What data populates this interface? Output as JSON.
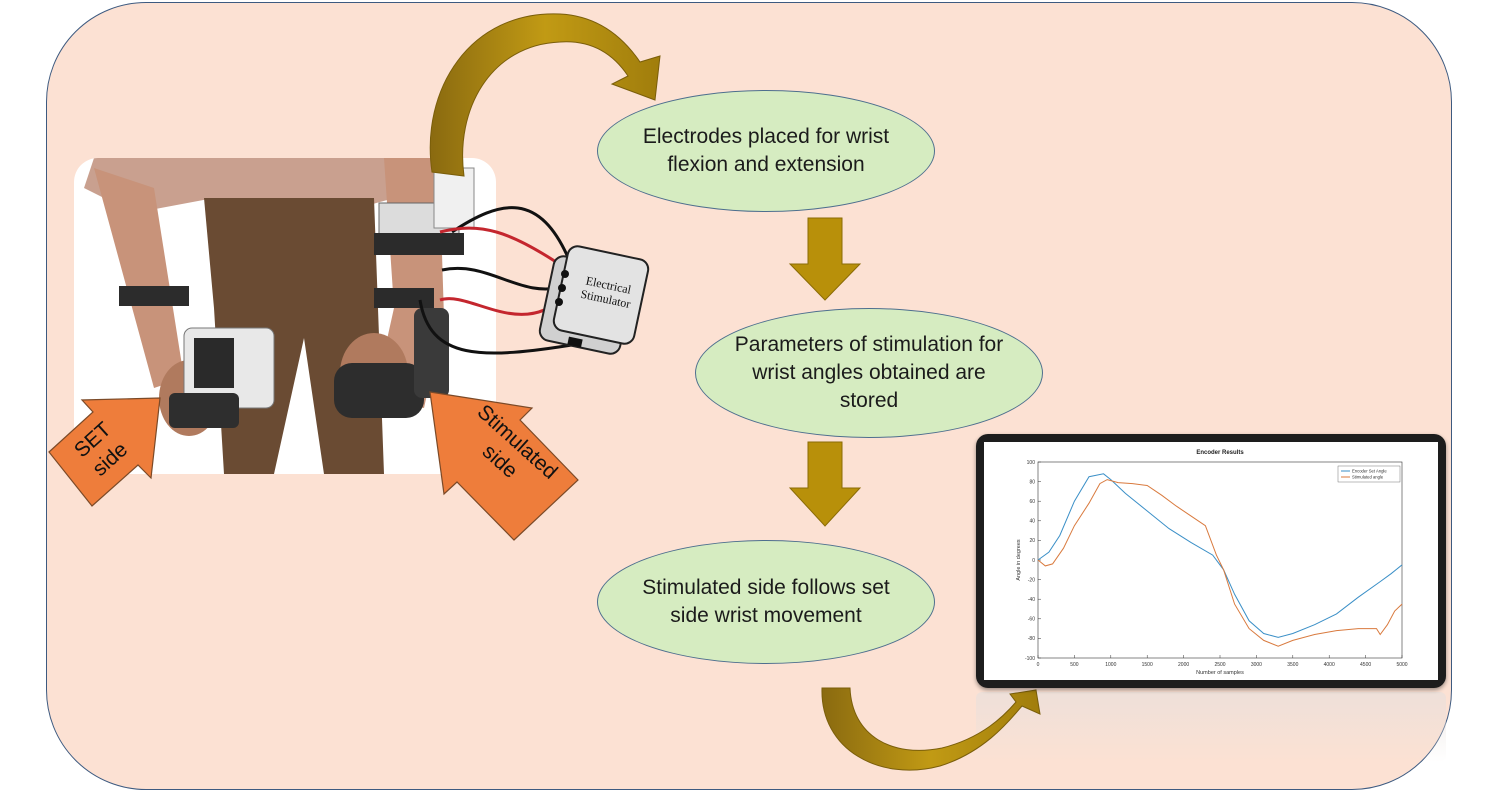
{
  "steps": [
    "Electrodes placed for wrist flexion and extension",
    "Parameters of stimulation for  wrist angles obtained are stored",
    "Stimulated side follows set side wrist movement"
  ],
  "labels": {
    "set_side": "SET side",
    "stimulated_side": "Stimulated side",
    "stimulator": "Electrical Stimulator"
  },
  "colors": {
    "panel": "#fce1d3",
    "oval": "#d6ecc1",
    "flow_arrow": "#b8900a",
    "side_arrow": "#ee7d3b",
    "series_1": "#3a8fc7",
    "series_2": "#d97a3e"
  },
  "chart_data": {
    "type": "line",
    "title": "Encoder Results",
    "xlabel": "Number of samples",
    "ylabel": "Angle in degrees",
    "xlim": [
      0,
      5000
    ],
    "ylim": [
      -100,
      100
    ],
    "xticks": [
      0,
      500,
      1000,
      1500,
      2000,
      2500,
      3000,
      3500,
      4000,
      4500,
      5000
    ],
    "yticks": [
      100,
      80,
      60,
      40,
      20,
      0,
      -20,
      -40,
      -60,
      -80,
      -100
    ],
    "legend_position": "top-right",
    "series": [
      {
        "name": "Encoder Set Angle",
        "x": [
          0,
          150,
          300,
          500,
          700,
          900,
          1000,
          1200,
          1500,
          1800,
          2100,
          2400,
          2550,
          2700,
          2900,
          3100,
          3300,
          3500,
          3800,
          4100,
          4400,
          4700,
          4850,
          5000
        ],
        "y": [
          0,
          8,
          25,
          60,
          85,
          88,
          82,
          68,
          50,
          32,
          18,
          5,
          -10,
          -35,
          -62,
          -75,
          -79,
          -75,
          -66,
          -55,
          -38,
          -22,
          -14,
          -5
        ]
      },
      {
        "name": "Stimulated angle",
        "x": [
          0,
          100,
          200,
          350,
          500,
          700,
          850,
          950,
          1100,
          1300,
          1500,
          1700,
          1900,
          2100,
          2300,
          2450,
          2550,
          2700,
          2900,
          3100,
          3300,
          3500,
          3800,
          4100,
          4400,
          4650,
          4700,
          4800,
          4900,
          5000
        ],
        "y": [
          0,
          -6,
          -4,
          12,
          35,
          58,
          78,
          82,
          79,
          78,
          76,
          66,
          55,
          45,
          35,
          5,
          -10,
          -45,
          -70,
          -82,
          -88,
          -82,
          -76,
          -72,
          -70,
          -70,
          -76,
          -66,
          -52,
          -45
        ]
      }
    ]
  }
}
